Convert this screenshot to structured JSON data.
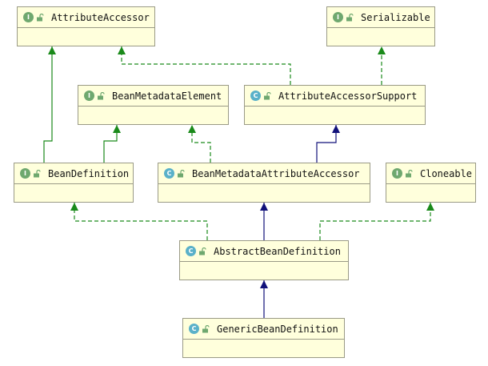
{
  "nodes": [
    {
      "id": "attribute-accessor",
      "name": "AttributeAccessor",
      "kind": "interface",
      "kind_letter": "I"
    },
    {
      "id": "serializable",
      "name": "Serializable",
      "kind": "interface",
      "kind_letter": "I"
    },
    {
      "id": "bean-metadata-element",
      "name": "BeanMetadataElement",
      "kind": "interface",
      "kind_letter": "I"
    },
    {
      "id": "attribute-accessor-support",
      "name": "AttributeAccessorSupport",
      "kind": "class",
      "kind_letter": "C"
    },
    {
      "id": "bean-definition",
      "name": "BeanDefinition",
      "kind": "interface",
      "kind_letter": "I"
    },
    {
      "id": "bean-metadata-attribute-accessor",
      "name": "BeanMetadataAttributeAccessor",
      "kind": "class",
      "kind_letter": "C"
    },
    {
      "id": "cloneable",
      "name": "Cloneable",
      "kind": "interface",
      "kind_letter": "I"
    },
    {
      "id": "abstract-bean-definition",
      "name": "AbstractBeanDefinition",
      "kind": "class",
      "kind_letter": "C"
    },
    {
      "id": "generic-bean-definition",
      "name": "GenericBeanDefinition",
      "kind": "class",
      "kind_letter": "C"
    }
  ],
  "edges": [
    {
      "from": "bean-definition",
      "to": "attribute-accessor",
      "type": "extends"
    },
    {
      "from": "bean-definition",
      "to": "bean-metadata-element",
      "type": "extends"
    },
    {
      "from": "attribute-accessor-support",
      "to": "attribute-accessor",
      "type": "implements"
    },
    {
      "from": "attribute-accessor-support",
      "to": "serializable",
      "type": "implements"
    },
    {
      "from": "bean-metadata-attribute-accessor",
      "to": "bean-metadata-element",
      "type": "implements"
    },
    {
      "from": "bean-metadata-attribute-accessor",
      "to": "attribute-accessor-support",
      "type": "class-extends"
    },
    {
      "from": "abstract-bean-definition",
      "to": "bean-definition",
      "type": "implements"
    },
    {
      "from": "abstract-bean-definition",
      "to": "bean-metadata-attribute-accessor",
      "type": "class-extends"
    },
    {
      "from": "abstract-bean-definition",
      "to": "cloneable",
      "type": "implements"
    },
    {
      "from": "generic-bean-definition",
      "to": "abstract-bean-definition",
      "type": "class-extends"
    }
  ],
  "colors": {
    "interface_edge": "#1a8a1a",
    "class_edge": "#11117a",
    "node_fill": "#ffffdc",
    "node_border": "#9a9a86",
    "interface_badge": "#6fa86f",
    "class_badge": "#5ab1c9",
    "lock_icon": "#6fa86f"
  },
  "icons": {
    "interface": "interface-badge-icon",
    "class": "class-badge-icon",
    "visibility": "unlock-icon"
  }
}
